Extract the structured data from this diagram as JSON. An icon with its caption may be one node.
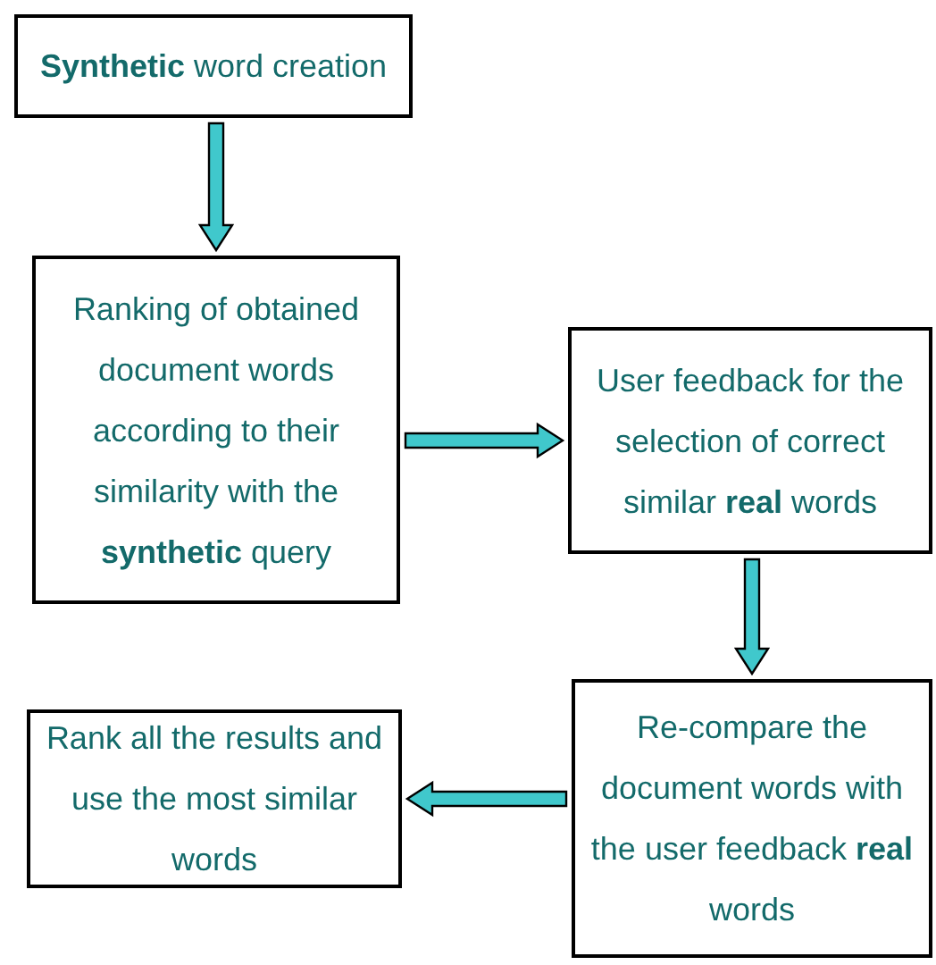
{
  "diagram": {
    "nodes": [
      {
        "text": [
          "**Synthetic** word creation"
        ]
      },
      {
        "text": [
          "Ranking of obtained document words according to their similarity with the **synthetic** query"
        ]
      },
      {
        "text": [
          "User feedback for the selection of correct similar **real** words"
        ]
      },
      {
        "text": [
          "Re-compare the document words with the user feedback **real** words"
        ]
      },
      {
        "text": [
          "Rank all the results and use the most similar words"
        ]
      }
    ],
    "edges": [
      {
        "from": 0,
        "to": 1,
        "arrow": "to"
      },
      {
        "from": 1,
        "to": 2,
        "arrow": "to"
      },
      {
        "from": 2,
        "to": 3,
        "arrow": "to"
      },
      {
        "from": 3,
        "to": 4,
        "arrow": "to"
      }
    ]
  }
}
